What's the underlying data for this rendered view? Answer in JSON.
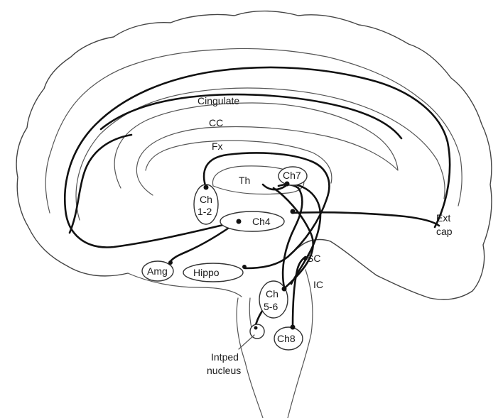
{
  "labels": {
    "cingulate": "Cingulate",
    "cc": "CC",
    "fx": "Fx",
    "th": "Th",
    "ch7": "Ch7",
    "ch12_line1": "Ch",
    "ch12_line2": "1-2",
    "ch4": "Ch4",
    "ext_line1": "Ext",
    "ext_line2": "cap",
    "sc": "SC",
    "ic": "IC",
    "amg": "Amg",
    "hippo": "Hippo",
    "ch56_line1": "Ch",
    "ch56_line2": "5-6",
    "ch8": "Ch8",
    "intped_line1": "Intped",
    "intped_line2": "nucleus"
  }
}
